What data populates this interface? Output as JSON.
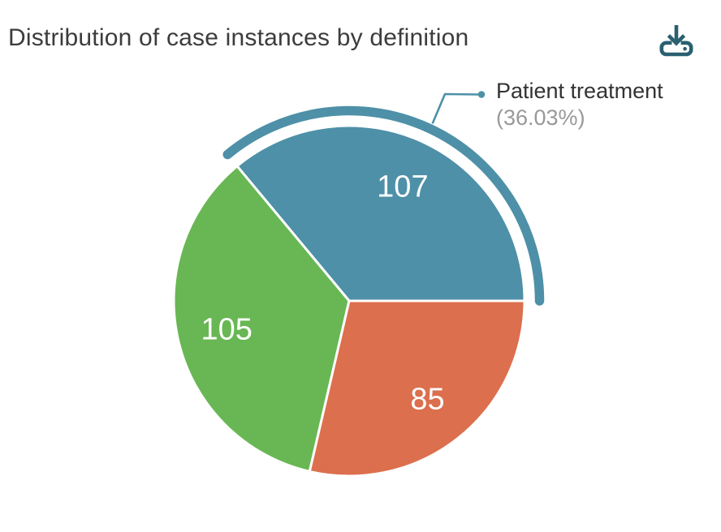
{
  "header": {
    "title": "Distribution of case instances by definition"
  },
  "toolbar": {
    "download_icon": "download",
    "icon_color": "#2A6070"
  },
  "chart_data": {
    "type": "pie",
    "title": "Distribution of case instances by definition",
    "legend_position": "none",
    "start_angle_deg": 0,
    "direction": "counterclockwise",
    "series": [
      {
        "name": "Patient treatment",
        "value": 107,
        "color": "#4E90A7",
        "selected": true
      },
      {
        "name": "",
        "value": 105,
        "color": "#68B754",
        "selected": false
      },
      {
        "name": "",
        "value": 85,
        "color": "#DC6F4D",
        "selected": false
      }
    ],
    "value_labels": [
      "107",
      "105",
      "85"
    ],
    "callout": {
      "name": "Patient treatment",
      "percent": "(36.03%)"
    }
  },
  "colors": {
    "background": "#FFFFFF",
    "title_text": "#3C3C3C",
    "slice_blue": "#4E90A7",
    "slice_green": "#68B754",
    "slice_red": "#DC6F4D",
    "slice_border": "#FFFFFF",
    "value_label_text": "#FFFFFF",
    "callout_name_text": "#333333",
    "callout_percent_text": "#999999",
    "highlight_arc": "#4E90A7"
  }
}
